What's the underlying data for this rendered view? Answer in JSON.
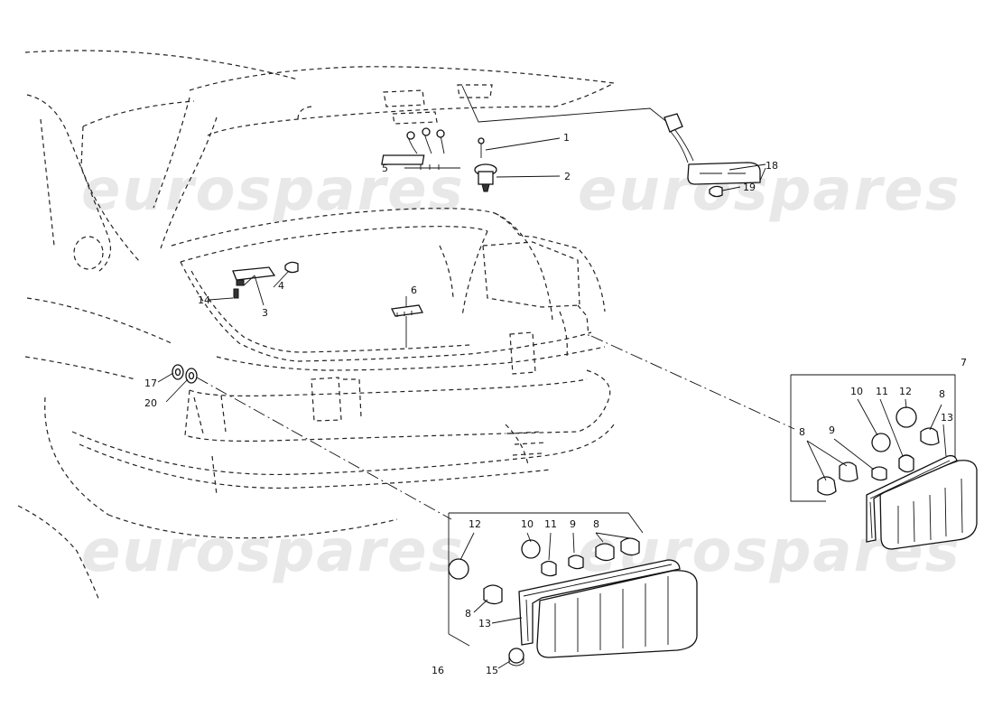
{
  "watermark": {
    "text": "eurospares"
  },
  "callouts": {
    "n1": "1",
    "n2": "2",
    "n3": "3",
    "n4": "4",
    "n5": "5",
    "n6": "6",
    "n7": "7",
    "n8_right_a": "8",
    "n8_right_b": "8",
    "n8_left_a": "8",
    "n8_left_b": "8",
    "n9_right": "9",
    "n9_left": "9",
    "n10_right": "10",
    "n10_left": "10",
    "n11_right": "11",
    "n11_left": "11",
    "n12_right": "12",
    "n12_left": "12",
    "n13_right": "13",
    "n13_left": "13",
    "n14": "14",
    "n15": "15",
    "n16": "16",
    "n17": "17",
    "n18": "18",
    "n19": "19",
    "n20": "20"
  }
}
